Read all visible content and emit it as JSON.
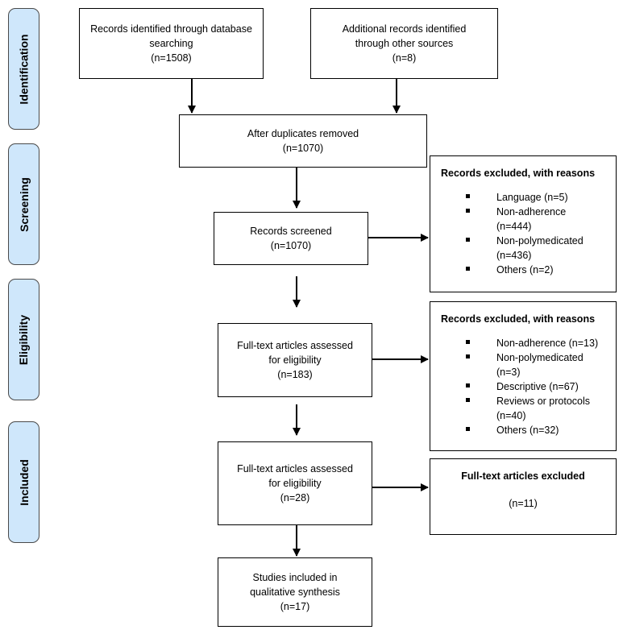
{
  "phases": {
    "identification": "Identification",
    "screening": "Screening",
    "eligibility": "Eligibility",
    "included": "Included"
  },
  "boxes": {
    "database": [
      "Records identified through database",
      "searching",
      "(n=1508)"
    ],
    "other_sources": [
      "Additional records identified",
      "through other sources",
      "(n=8)"
    ],
    "duplicates_removed": [
      "After duplicates removed",
      "(n=1070)"
    ],
    "screened": [
      "Records screened",
      "(n=1070)"
    ],
    "fulltext_assessed": [
      "Full-text articles assessed",
      "for eligibility",
      "(n=183)"
    ],
    "fulltext_assessed_2": [
      "Full-text articles assessed",
      "for eligibility",
      "(n=28)"
    ],
    "included": [
      "Studies included in",
      "qualitative synthesis",
      "(n=17)"
    ]
  },
  "excluded_screening": {
    "title": "Records excluded, with reasons",
    "items": [
      [
        "Language (n=5)"
      ],
      [
        "Non-adherence",
        "(n=444)"
      ],
      [
        "Non-polymedicated",
        "(n=436)"
      ],
      [
        "Others (n=2)"
      ]
    ]
  },
  "excluded_eligibility": {
    "title": "Records excluded, with reasons",
    "items": [
      [
        "Non-adherence (n=13)"
      ],
      [
        "Non-polymedicated",
        "(n=3)"
      ],
      [
        "Descriptive (n=67)"
      ],
      [
        "Reviews or protocols",
        "(n=40)"
      ],
      [
        "Others (n=32)"
      ]
    ]
  },
  "excluded_fulltext": {
    "title": "Full-text articles excluded",
    "count": "(n=11)"
  }
}
